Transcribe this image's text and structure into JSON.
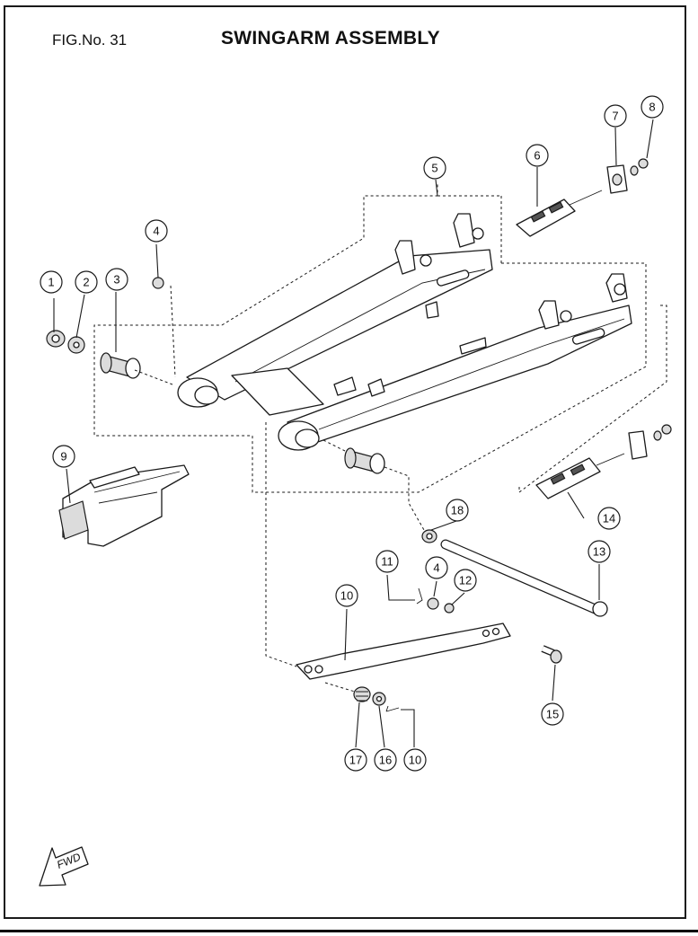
{
  "header": {
    "fig_no": "FIG.No. 31",
    "title": "SWINGARM ASSEMBLY"
  },
  "direction_label": "FWD",
  "callouts": [
    "1",
    "2",
    "3",
    "4",
    "5",
    "6",
    "7",
    "8",
    "9",
    "14",
    "18",
    "13",
    "11",
    "4",
    "12",
    "10",
    "15",
    "17",
    "16",
    "10"
  ]
}
